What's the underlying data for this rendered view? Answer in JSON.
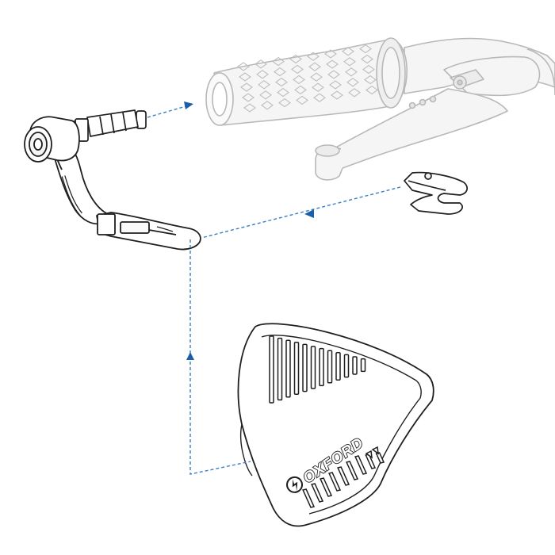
{
  "brand": {
    "logo_text": "OXFORD",
    "logo_icon": "lightning-bolt-icon"
  },
  "colors": {
    "background": "#ffffff",
    "faded_parts": "#b5b5b5",
    "faded_fill": "#f3f3f3",
    "main_parts": "#1f1f1f",
    "guide_lines": "#3a7fc0",
    "arrow_heads": "#1a5fa8"
  },
  "parts": [
    "handlebar-grip",
    "brake-lever",
    "bar-end-plug",
    "lever-guard",
    "mounting-clip",
    "hand-shield"
  ]
}
